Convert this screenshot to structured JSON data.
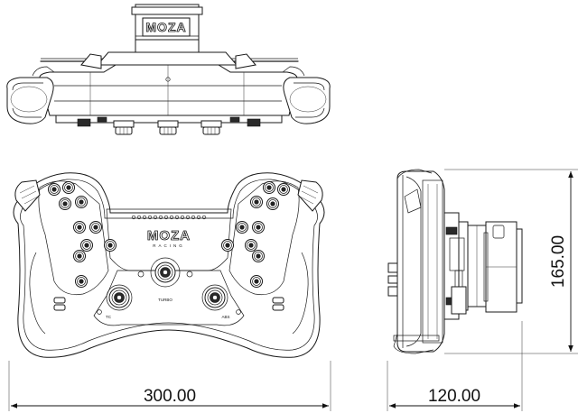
{
  "brand": {
    "logo": "MOZA",
    "sub": "RACING"
  },
  "dimensions": {
    "width": "300.00",
    "depth": "120.00",
    "height": "165.00"
  },
  "knob_labels": {
    "turbo": "TURBO",
    "tc": "TC",
    "abs": "ABS"
  },
  "icons": [
    "top-view-drawing",
    "front-view-drawing",
    "side-view-drawing",
    "dimension-arrow-icon"
  ]
}
